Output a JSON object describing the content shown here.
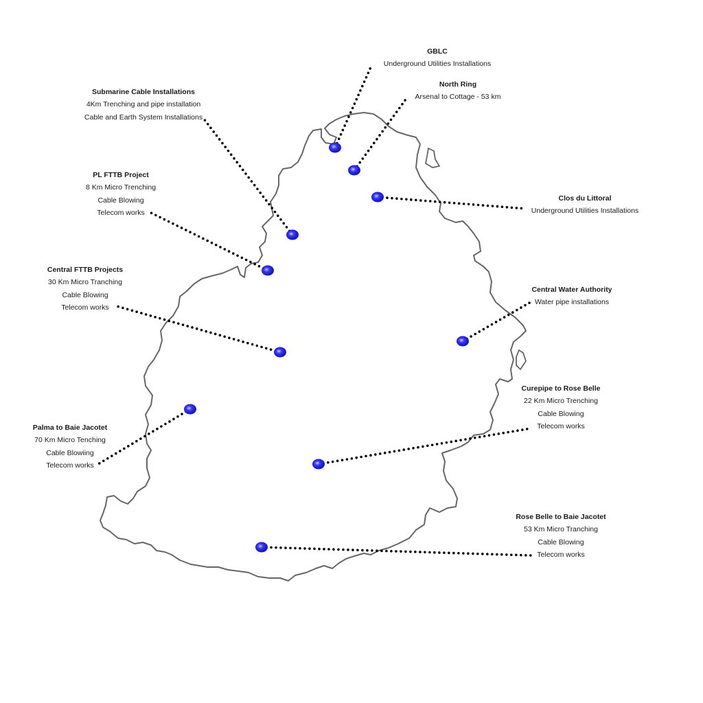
{
  "map": {
    "outline_color": "#666666",
    "marker_color": "#1e1ee6",
    "leader_color": "#000000",
    "sites": [
      {
        "id": "gblc",
        "title": "GBLC",
        "lines": [
          "Underground Utilities Installations"
        ]
      },
      {
        "id": "north-ring",
        "title": "North Ring",
        "lines": [
          "Arsenal to Cottage - 53 km"
        ]
      },
      {
        "id": "submarine-cable",
        "title": "Submarine Cable Installations",
        "lines": [
          "4Km Trenching and pipe installation",
          "Cable and Earth System Installations"
        ]
      },
      {
        "id": "clos-du-littoral",
        "title": "Clos du Littoral",
        "lines": [
          "Underground Utilities Installations"
        ]
      },
      {
        "id": "pl-fttb",
        "title": "PL FTTB Project",
        "lines": [
          "8 Km Micro Trenching",
          "Cable Blowing",
          "Telecom works"
        ]
      },
      {
        "id": "central-fttb",
        "title": "Central FTTB Projects",
        "lines": [
          "30 Km Micro Tranching",
          "Cable Blowing",
          "Telecom works"
        ]
      },
      {
        "id": "central-water",
        "title": "Central Water Authority",
        "lines": [
          "Water pipe installations"
        ]
      },
      {
        "id": "curepipe-rose-belle",
        "title": "Curepipe to Rose Belle",
        "lines": [
          "22 Km Micro Trenching",
          "Cable Blowing",
          "Telecom works"
        ]
      },
      {
        "id": "palma-baie-jacotet",
        "title": "Palma to Baie Jacotet",
        "lines": [
          "70 Km Micro Tenching",
          "Cable Blowiing",
          "Telecom works"
        ]
      },
      {
        "id": "rose-belle-baie-jacotet",
        "title": "Rose Belle to Baie Jacotet",
        "lines": [
          "53 Km Micro Tranching",
          "Cable Blowing",
          "Telecom works"
        ]
      }
    ]
  }
}
